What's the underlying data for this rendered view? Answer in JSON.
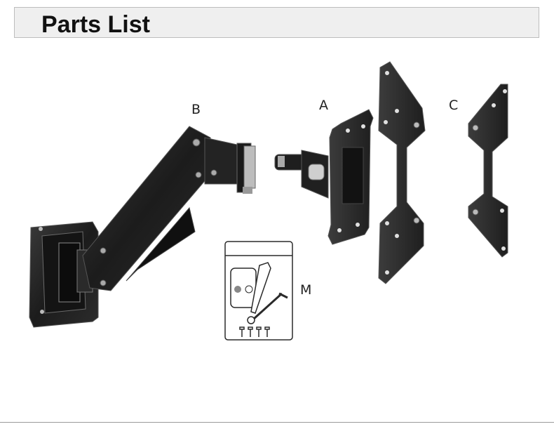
{
  "header": {
    "title": "Parts List"
  },
  "parts": {
    "a": {
      "label": "A"
    },
    "b": {
      "label": "B"
    },
    "c": {
      "label": "C"
    },
    "m": {
      "label": "M"
    }
  }
}
